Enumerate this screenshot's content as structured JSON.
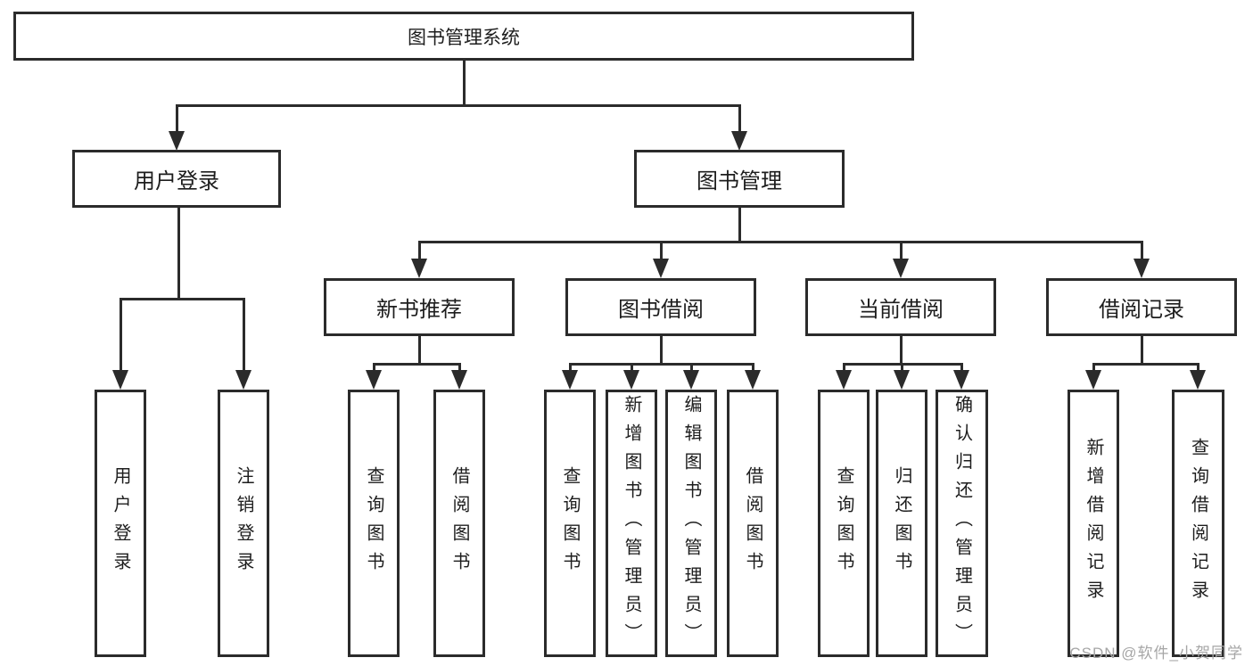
{
  "colors": {
    "line": "#2b2b2b",
    "ink": "#1d1d1d",
    "wm": "#a6a6a6",
    "bg": "#ffffff"
  },
  "nodes": {
    "root": "图书管理系统",
    "login_group": "用户登录",
    "book_mgmt": "图书管理",
    "new_book_rec": "新书推荐",
    "book_borrow": "图书借阅",
    "current_borrow": "当前借阅",
    "borrow_records": "借阅记录",
    "leaf_user_login": "用户登录",
    "leaf_logout": "注销登录",
    "leaf_query_books_a": "查询图书",
    "leaf_borrow_books_a": "借阅图书",
    "leaf_query_books_b": "查询图书",
    "leaf_add_books": "新增图书（管理员）",
    "leaf_edit_books": "编辑图书（管理员）",
    "leaf_borrow_books_b": "借阅图书",
    "leaf_query_books_c": "查询图书",
    "leaf_return_books": "归还图书",
    "leaf_confirm_return": "确认归还（管理员）",
    "leaf_add_borrow_record": "新增借阅记录",
    "leaf_query_borrow_record": "查询借阅记录"
  },
  "watermark": {
    "text": "CSDN @软件_小贺同学"
  }
}
